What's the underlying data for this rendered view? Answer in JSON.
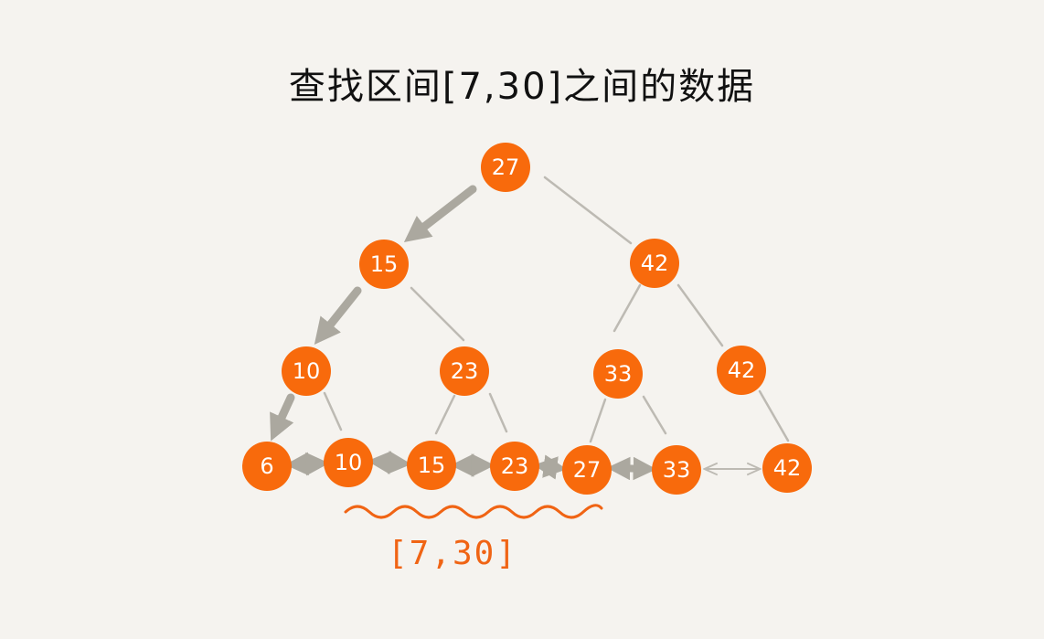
{
  "title": "查找区间[7,30]之间的数据",
  "range_label": "[7,30]",
  "colors": {
    "node_fill": "#f86a0c",
    "edge": "#bdbab3",
    "search_path": "#aba89f",
    "underline": "#f06414",
    "background": "#f5f3ef"
  },
  "tree": {
    "level0": [
      "27"
    ],
    "level1": [
      "15",
      "42"
    ],
    "level2": [
      "10",
      "23",
      "33",
      "42"
    ],
    "leaves": [
      "6",
      "10",
      "15",
      "23",
      "27",
      "33",
      "42"
    ]
  }
}
